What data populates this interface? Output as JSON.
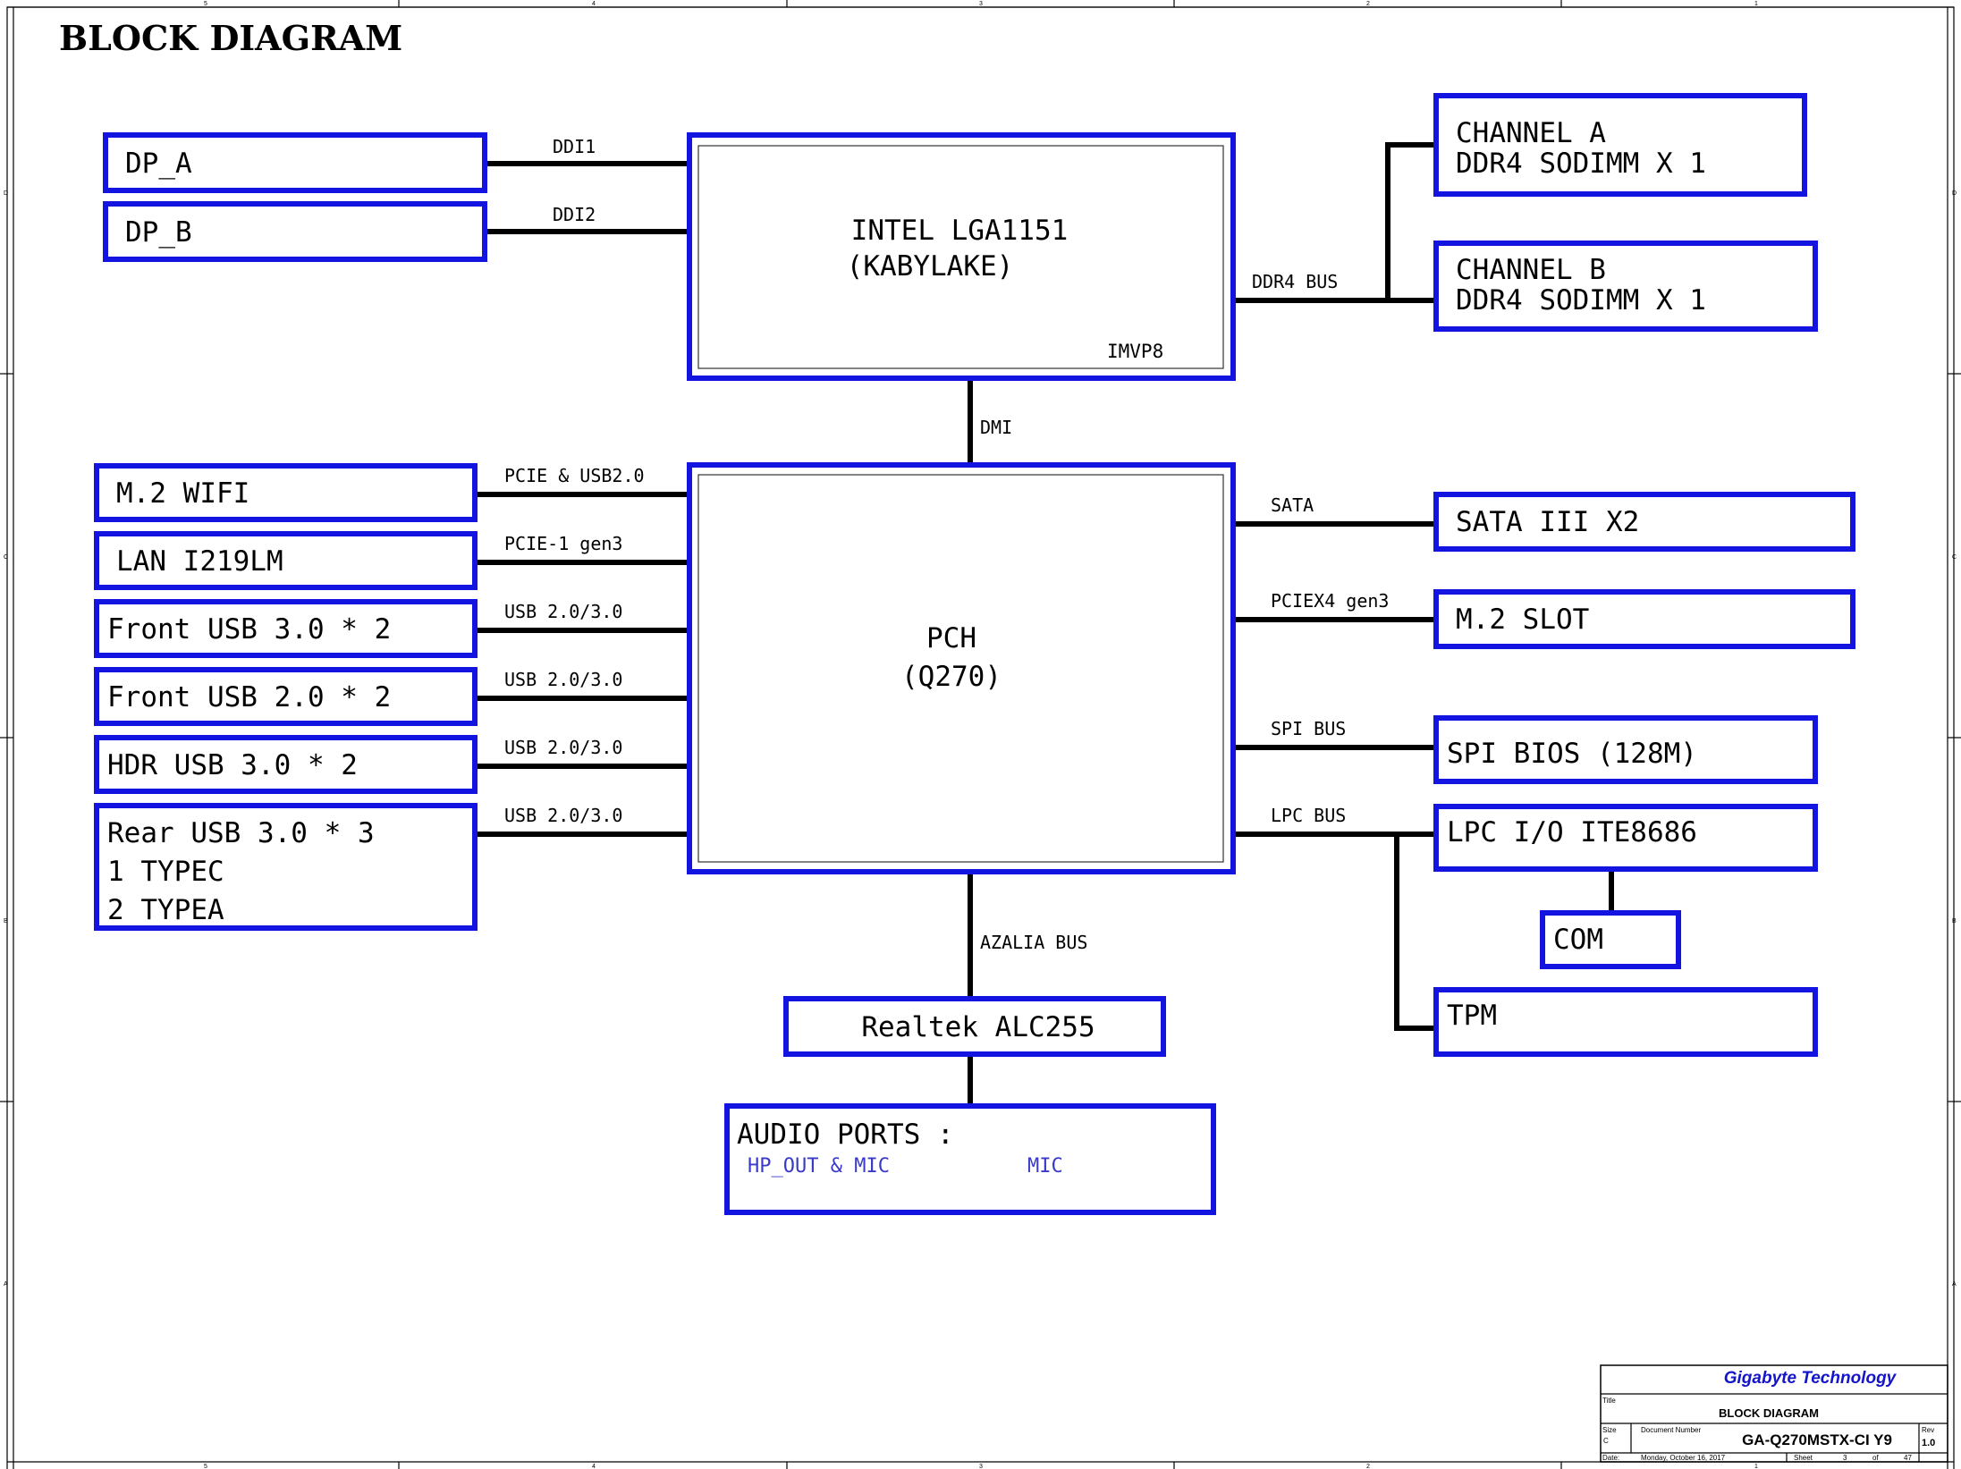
{
  "title": "BLOCK DIAGRAM",
  "colors": {
    "block_border": "#1414e0",
    "wire": "#000000",
    "company": "#1414c8",
    "port_text": "#3a3ac8"
  },
  "border": {
    "col_marks": [
      "5",
      "4",
      "3",
      "2",
      "1"
    ],
    "row_marks": [
      "D",
      "C",
      "B",
      "A"
    ]
  },
  "blocks": {
    "dp_a": "DP_A",
    "dp_b": "DP_B",
    "cpu": [
      "INTEL LGA1151",
      "(KABYLAKE)"
    ],
    "cpu_vr": "IMVP8",
    "channel_a": [
      "CHANNEL A",
      "DDR4 SODIMM X 1"
    ],
    "channel_b": [
      "CHANNEL B",
      "DDR4 SODIMM X 1"
    ],
    "m2_wifi": "M.2 WIFI",
    "lan": "LAN I219LM",
    "front_usb3": "Front USB 3.0 * 2",
    "front_usb2": "Front USB 2.0 * 2",
    "hdr_usb3": "HDR USB 3.0 * 2",
    "rear_usb": [
      "Rear USB 3.0 * 3",
      "1 TYPEC",
      "2 TYPEA"
    ],
    "pch": [
      "PCH",
      "(Q270)"
    ],
    "sata": "SATA III X2",
    "m2_slot": "M.2 SLOT",
    "spi_bios": "SPI BIOS (128M)",
    "lpc_io": "LPC I/O ITE8686",
    "com": "COM",
    "tpm": "TPM",
    "codec": "Realtek ALC255",
    "audio_title": "AUDIO PORTS :",
    "audio_ports": [
      "HP_OUT & MIC",
      "MIC"
    ]
  },
  "buses": {
    "ddi1": "DDI1",
    "ddi2": "DDI2",
    "ddr4": "DDR4 BUS",
    "dmi": "DMI",
    "pcie_usb2": "PCIE & USB2.0",
    "pcie1": "PCIE-1 gen3",
    "usb_1": "USB 2.0/3.0",
    "usb_2": "USB 2.0/3.0",
    "usb_3": "USB 2.0/3.0",
    "usb_4": "USB 2.0/3.0",
    "sata": "SATA",
    "pciex4": "PCIEX4 gen3",
    "spi": "SPI BUS",
    "lpc": "LPC BUS",
    "azalia": "AZALIA BUS"
  },
  "title_block": {
    "company": "Gigabyte Technology",
    "title_label": "Title",
    "title": "BLOCK DIAGRAM",
    "size_label": "Size",
    "size": "C",
    "docnum_label": "Document Number",
    "docnum": "GA-Q270MSTX-CI Y9",
    "rev_label": "Rev",
    "rev": "1.0",
    "date_label": "Date:",
    "date": "Monday, October 16, 2017",
    "sheet_label": "Sheet",
    "sheet": "3",
    "of_label": "of",
    "total": "47"
  }
}
